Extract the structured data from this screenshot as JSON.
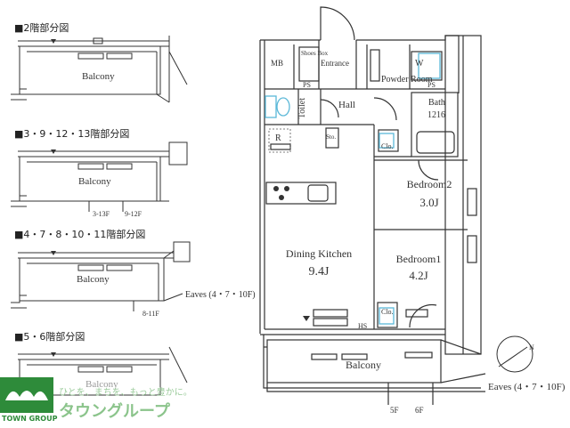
{
  "sections": [
    {
      "title": "■2階部分図",
      "balcony": "Balcony",
      "sublabels": []
    },
    {
      "title": "■3・9・12・13階部分図",
      "balcony": "Balcony",
      "sublabels": [
        "3-13F",
        "9-12F"
      ]
    },
    {
      "title": "■4・7・8・10・11階部分図",
      "balcony": "Balcony",
      "sublabels": [
        "8-11F"
      ],
      "eaves": "Eaves (4・7・10F)"
    },
    {
      "title": "■5・6階部分図",
      "balcony": "Balcony",
      "sublabels": []
    }
  ],
  "plan": {
    "mb": "MB",
    "shoes_box": "Shoes Box",
    "entrance": "Entrance",
    "powder_room": "Powder Room",
    "w": "W",
    "ps": "PS",
    "toilet": "Toilet",
    "hall": "Hall",
    "bath": "Bath",
    "bath_size": "1216",
    "r": "R",
    "sto": "Sto.",
    "clo": "Clo.",
    "bedroom2": "Bedroom2",
    "bedroom2_size": "3.0J",
    "dining_kitchen": "Dining Kitchen",
    "dining_kitchen_size": "9.4J",
    "bedroom1": "Bedroom1",
    "bedroom1_size": "4.2J",
    "hs": "HS",
    "balcony": "Balcony",
    "eaves": "Eaves (4・7・10F)",
    "floor_5f": "5F",
    "floor_6f": "6F",
    "compass": "N"
  },
  "logo": {
    "tagline": "ひとを、まちを、もっと豊かに。",
    "name": "タウングループ",
    "badge": "TOWN GROUP"
  },
  "colors": {
    "line": "#333333",
    "fixture": "#5bb8d8",
    "logo_green": "#2e8b3a",
    "logo_light": "#9ccc9c"
  }
}
